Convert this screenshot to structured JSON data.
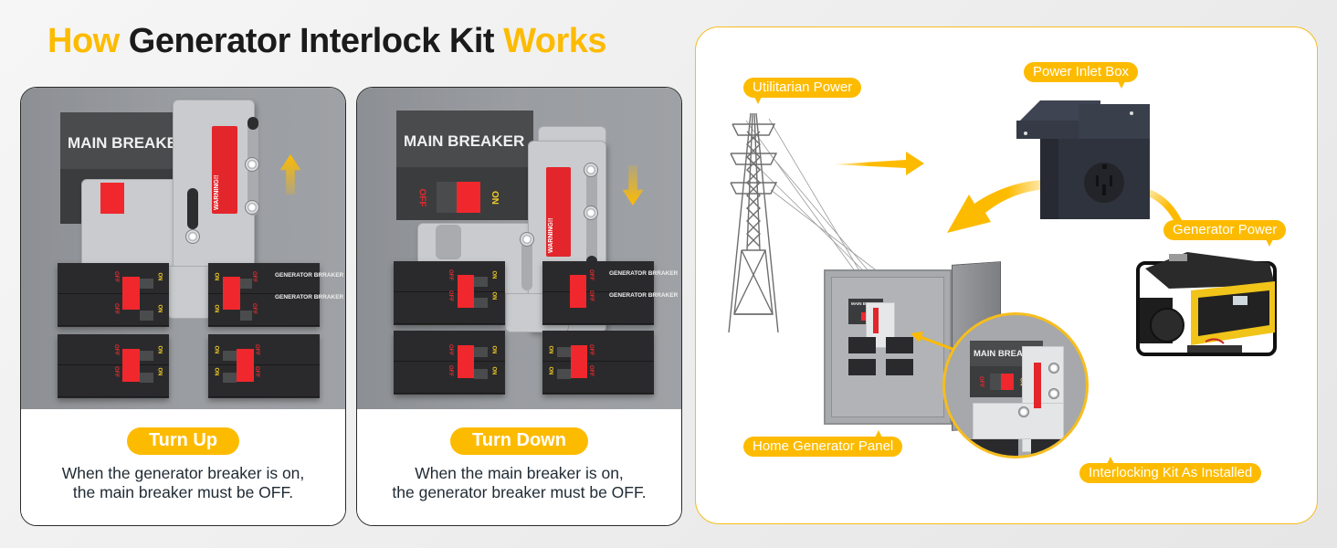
{
  "title": {
    "word1": "How",
    "middle": " Generator Interlock Kit ",
    "word3": "Works"
  },
  "colors": {
    "accent": "#fdbb00",
    "warning_red": "#e3262b",
    "breaker_red": "#f0282d",
    "on_yellow": "#f2cc27",
    "panel_gray": "#9a9da1",
    "dark_text": "#1b1b1b"
  },
  "cards": [
    {
      "mode_label": "Turn Up",
      "description_line1": "When the generator breaker is on,",
      "description_line2": "the main breaker must be OFF.",
      "main_breaker_label": "MAIN BREAKER",
      "warning_label": "WARNING!!",
      "arrow": "arrow-up-icon",
      "generator_labels": [
        "GENERATOR BRRAKER",
        "GENERATOR BRRAKER"
      ],
      "switch_labels": {
        "off": "OFF",
        "on": "ON"
      }
    },
    {
      "mode_label": "Turn Down",
      "description_line1": "When the main breaker is on,",
      "description_line2": "the generator breaker must be OFF.",
      "main_breaker_label": "MAIN BREAKER",
      "warning_label": "WARNING!!",
      "arrow": "arrow-down-icon",
      "generator_labels": [
        "GENERATOR BRRAKER",
        "GENERATOR BRRAKER"
      ],
      "switch_labels": {
        "off": "OFF",
        "on": "ON"
      }
    }
  ],
  "diagram": {
    "tags": {
      "utility": "Utilitarian Power",
      "inlet": "Power Inlet Box",
      "generator": "Generator Power",
      "panel": "Home Generator Panel",
      "kit": "Interlocking Kit As Installed"
    },
    "zoom_main_breaker_label": "MAIN BREAKER",
    "zoom_switch_labels": {
      "off": "OFF",
      "on": "ON"
    },
    "mini_main_breaker_label": "MAIN BREAKER"
  }
}
